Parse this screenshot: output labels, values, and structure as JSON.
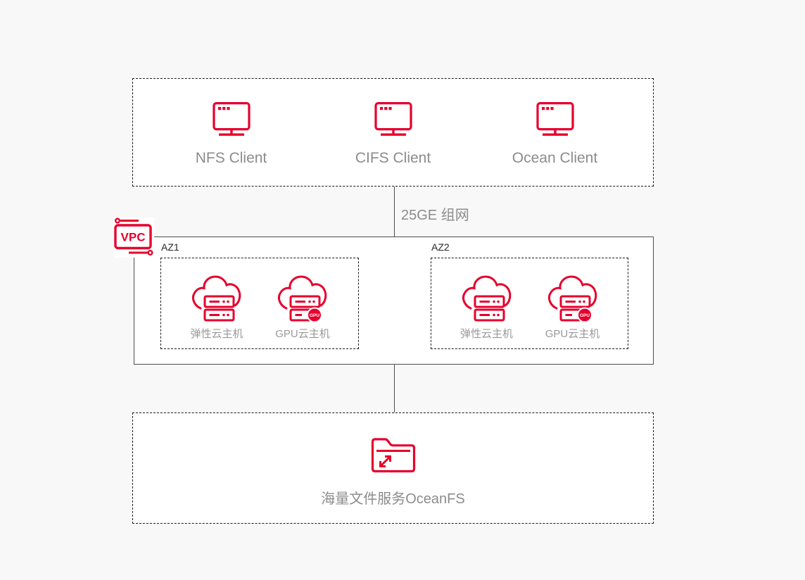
{
  "colors": {
    "accent_red": "#e6002d",
    "label_gray": "#8c8c8c",
    "dark_text": "#262626",
    "line": "#4d4d4d",
    "box_fill": "#ffffff",
    "page_bg": "#f8f8f8"
  },
  "clients_box": {
    "items": [
      {
        "icon": "monitor-icon",
        "label": "NFS Client"
      },
      {
        "icon": "monitor-icon",
        "label": "CIFS Client"
      },
      {
        "icon": "monitor-icon",
        "label": "Ocean Client"
      }
    ]
  },
  "network": {
    "label": "25GE 组网"
  },
  "vpc": {
    "label": "VPC",
    "icon": "vpc-gateway-icon",
    "zones": [
      {
        "name": "AZ1",
        "servers": [
          {
            "icon": "cloud-server-icon",
            "label": "弹性云主机"
          },
          {
            "icon": "gpu-cloud-server-icon",
            "label": "GPU云主机",
            "badge": "GPU"
          }
        ]
      },
      {
        "name": "AZ2",
        "servers": [
          {
            "icon": "cloud-server-icon",
            "label": "弹性云主机"
          },
          {
            "icon": "gpu-cloud-server-icon",
            "label": "GPU云主机",
            "badge": "GPU"
          }
        ]
      }
    ]
  },
  "storage_box": {
    "icon": "scalable-folder-icon",
    "label": "海量文件服务OceanFS"
  }
}
